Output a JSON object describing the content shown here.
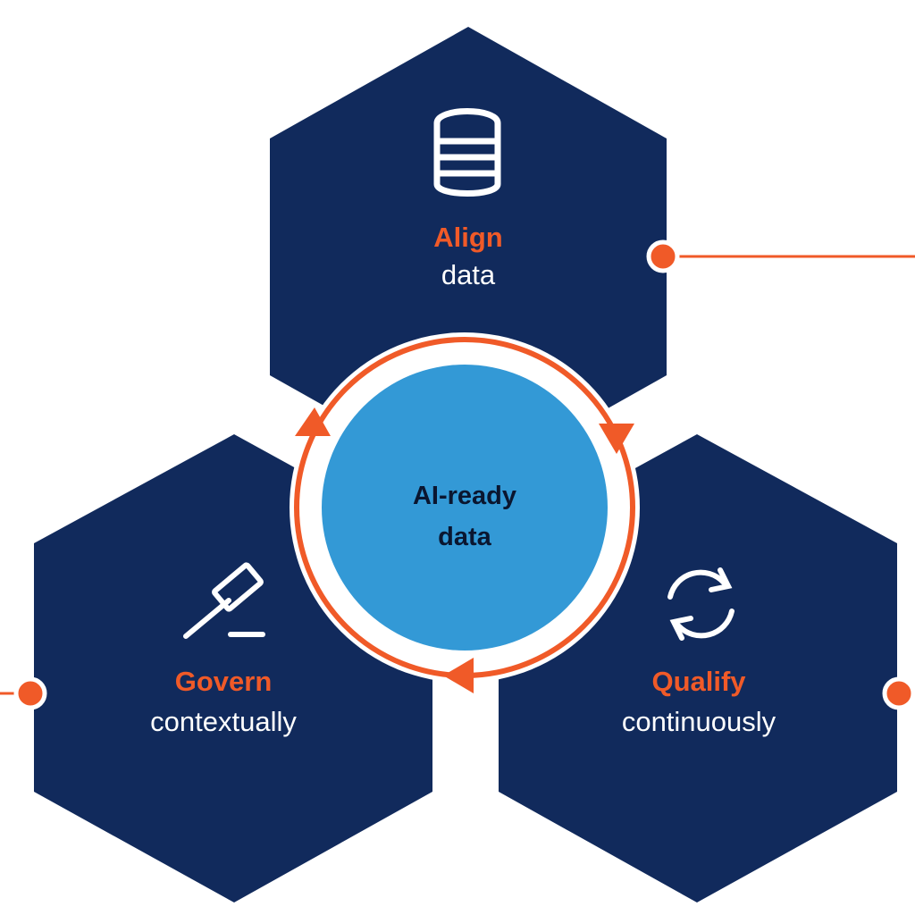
{
  "colors": {
    "hexagon_fill": "#112a5c",
    "accent": "#f05a28",
    "center_fill": "#3399d6",
    "label_white": "#ffffff",
    "center_text": "#0a1630"
  },
  "nodes": [
    {
      "id": "align",
      "bold": "Align",
      "sub": "data",
      "icon": "database-icon"
    },
    {
      "id": "govern",
      "bold": "Govern",
      "sub": "contextually",
      "icon": "gavel-icon"
    },
    {
      "id": "qualify",
      "bold": "Qualify",
      "sub": "continuously",
      "icon": "refresh-icon"
    }
  ],
  "center": {
    "line1": "AI-ready",
    "line2": "data"
  }
}
